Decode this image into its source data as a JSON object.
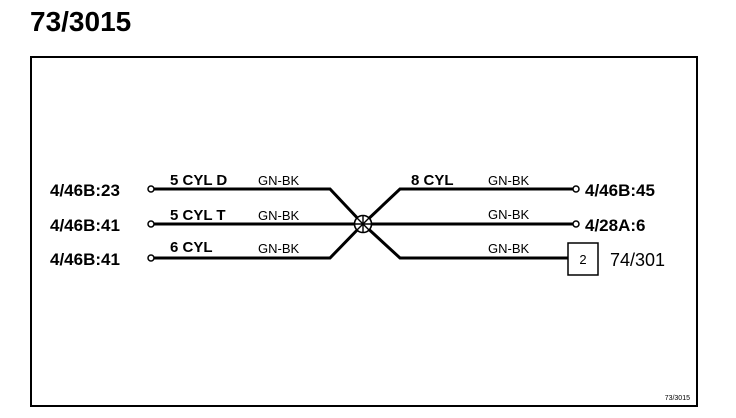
{
  "title": "73/3015",
  "splice_id": "73/3015",
  "left_wires": [
    {
      "terminal": "4/46B:23",
      "function": "5 CYL D",
      "color": "GN-BK"
    },
    {
      "terminal": "4/46B:41",
      "function": "5 CYL T",
      "color": "GN-BK"
    },
    {
      "terminal": "4/46B:41",
      "function": "6 CYL",
      "color": "GN-BK"
    }
  ],
  "right_wires": [
    {
      "terminal": "4/46B:45",
      "function": "8 CYL",
      "color": "GN-BK"
    },
    {
      "terminal": "4/28A:6",
      "function": "",
      "color": "GN-BK"
    },
    {
      "terminal": "74/301",
      "function": "",
      "color": "GN-BK",
      "pin": "2"
    }
  ],
  "footer_label": "73/3015"
}
